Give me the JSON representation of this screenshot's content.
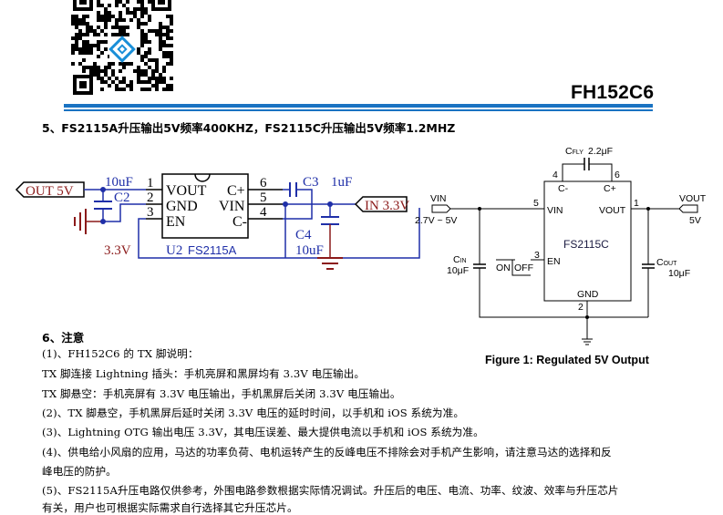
{
  "header": {
    "qr_code": "qr-code-with-fs-logo",
    "doc_code": "FH152C6",
    "accent_color": "#1a73c2"
  },
  "section5": {
    "title": "5、FS2115A升压输出5V频率400KHZ，FS2115C升压输出5V频率1.2MHZ"
  },
  "schematic_a": {
    "out_port": "OUT 5V",
    "in_port": "IN 3.3V",
    "c2_value": "10uF",
    "c2_ref": "C2",
    "c3_ref": "C3",
    "c3_value": "1uF",
    "c4_ref": "C4",
    "c4_value": "10uF",
    "en_net": "3.3V",
    "u2_ref": "U2",
    "u2_part": "FS2115A",
    "pins_left": [
      {
        "num": "1",
        "name": "VOUT"
      },
      {
        "num": "2",
        "name": "GND"
      },
      {
        "num": "3",
        "name": "EN"
      }
    ],
    "pins_right": [
      {
        "num": "6",
        "name": "C+"
      },
      {
        "num": "5",
        "name": "VIN"
      },
      {
        "num": "4",
        "name": "C-"
      }
    ],
    "colors": {
      "wire_blue": "#1f2fa8",
      "net_red": "#8b1a1a",
      "black": "#000000"
    }
  },
  "schematic_c": {
    "cfly_label": "C",
    "cfly_sub": "FLY",
    "cfly_value": "2.2μF",
    "pin4": "4",
    "pin6": "6",
    "pin_cminus": "C-",
    "pin_cplus": "C+",
    "vin_label": "VIN",
    "vin_range": "2.7V ~ 5V",
    "pin5": "5",
    "pin5_name": "VIN",
    "pin1": "1",
    "pin1_name": "VOUT",
    "vout_label": "VOUT",
    "vout_value": "5V",
    "chip": "FS2115C",
    "cin_label": "C",
    "cin_sub": "IN",
    "cin_value": "10μF",
    "switch_on": "ON",
    "switch_off": "OFF",
    "pin3": "3",
    "pin3_name": "EN",
    "cout_label": "C",
    "cout_sub": "OUT",
    "cout_value": "10μF",
    "gnd_name": "GND",
    "pin2": "2"
  },
  "figure_caption": "Figure 1: Regulated 5V Output",
  "section6": {
    "title": "6、注意",
    "lines": [
      "(1)、FH152C6 的 TX 脚说明：",
      "TX 脚连接 Lightning 插头：手机亮屏和黑屏均有 3.3V 电压输出。",
      "TX 脚悬空：手机亮屏有 3.3V 电压输出，手机黑屏后关闭 3.3V 电压输出。",
      "(2)、TX 脚悬空，手机黑屏后延时关闭 3.3V 电压的延时时间，以手机和 iOS 系统为准。",
      "(3)、Lightning OTG 输出电压 3.3V，其电压误差、最大提供电流以手机和 iOS 系统为准。",
      "(4)、供电给小风扇的应用，马达的功率负荷、电机运转产生的反峰电压不排除会对手机产生影响，请注意马达的选择和反",
      "峰电压的防护。",
      "(5)、FS2115A升压电路仅供参考，外围电路参数根据实际情况调试。升压后的电压、电流、功率、纹波、效率与升压芯片",
      "有关，用户也可根据实际需求自行选择其它升压芯片。"
    ]
  }
}
